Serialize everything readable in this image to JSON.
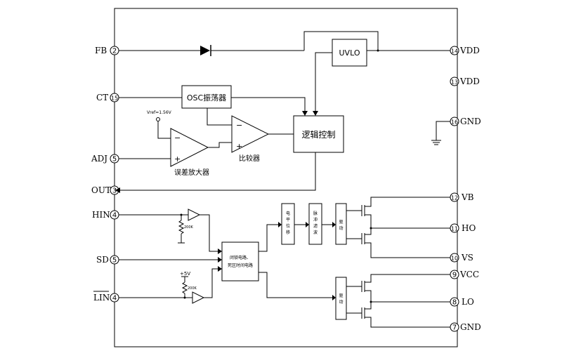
{
  "pins_left": {
    "fb": {
      "label": "FB",
      "num": "2"
    },
    "ct": {
      "label": "CT",
      "num": "15"
    },
    "adj": {
      "label": "ADJ",
      "num": "5"
    },
    "out": {
      "label": "OUT",
      "num": "3"
    },
    "hin": {
      "label": "HIN",
      "num": "4"
    },
    "sd": {
      "label": "SD",
      "num": "5"
    },
    "lin": {
      "label": "LIN",
      "num": "4"
    }
  },
  "pins_right": {
    "vdd1": {
      "label": "VDD",
      "num": "14"
    },
    "vdd2": {
      "label": "VDD",
      "num": "13"
    },
    "gnd1": {
      "label": "GND",
      "num": "16"
    },
    "vb": {
      "label": "VB",
      "num": "12"
    },
    "ho": {
      "label": "HO",
      "num": "11"
    },
    "vs": {
      "label": "VS",
      "num": "10"
    },
    "vcc": {
      "label": "VCC",
      "num": "9"
    },
    "lo": {
      "label": "LO",
      "num": "8"
    },
    "gnd2": {
      "label": "GND",
      "num": "7"
    }
  },
  "blocks": {
    "uvlo": "UVLO",
    "osc": "OSC振荡器",
    "logic": "逻辑控制",
    "comparator_label": "比较器",
    "error_amp_label": "误差放大器",
    "level_shift": [
      "电",
      "平",
      "位",
      "移"
    ],
    "pulse_filter": [
      "脉",
      "冲",
      "滤",
      "波"
    ],
    "driver_high": [
      "驱",
      "动"
    ],
    "driver_low": [
      "驱",
      "动"
    ],
    "latch_line1": "闭锁电路、",
    "latch_line2": "死区时间电路",
    "vref_label": "Vref=1.56V",
    "res_hin": "200K",
    "res_lin": "200K",
    "supply_lin": "+5V"
  }
}
